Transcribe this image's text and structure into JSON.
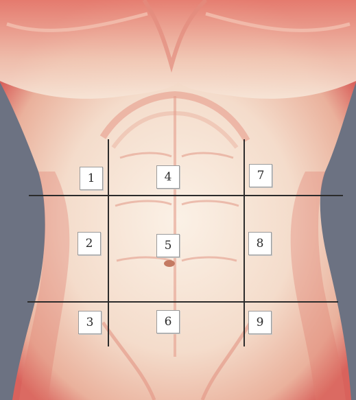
{
  "regions": [
    {
      "number": "1"
    },
    {
      "number": "2"
    },
    {
      "number": "3"
    },
    {
      "number": "4"
    },
    {
      "number": "5"
    },
    {
      "number": "6"
    },
    {
      "number": "7"
    },
    {
      "number": "8"
    },
    {
      "number": "9"
    }
  ],
  "colors": {
    "background": "#6c7282",
    "skin_light": "#f6e7d9",
    "skin_mid": "#eeb9a4",
    "skin_shadow": "#d96a62",
    "grid_line": "#2b2b2b",
    "label_box": "#ffffff"
  }
}
